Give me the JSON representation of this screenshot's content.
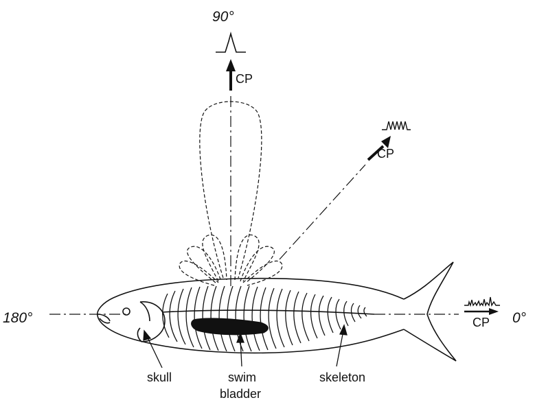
{
  "angles": {
    "top": "90°",
    "left": "180°",
    "right": "0°"
  },
  "cp_labels": {
    "top": "CP",
    "diagonal": "CP",
    "right": "CP"
  },
  "anatomy_labels": {
    "skull": "skull",
    "swim_bladder_line1": "swim",
    "swim_bladder_line2": "bladder",
    "skeleton": "skeleton"
  },
  "colors": {
    "ink": "#111111",
    "background": "#ffffff"
  }
}
